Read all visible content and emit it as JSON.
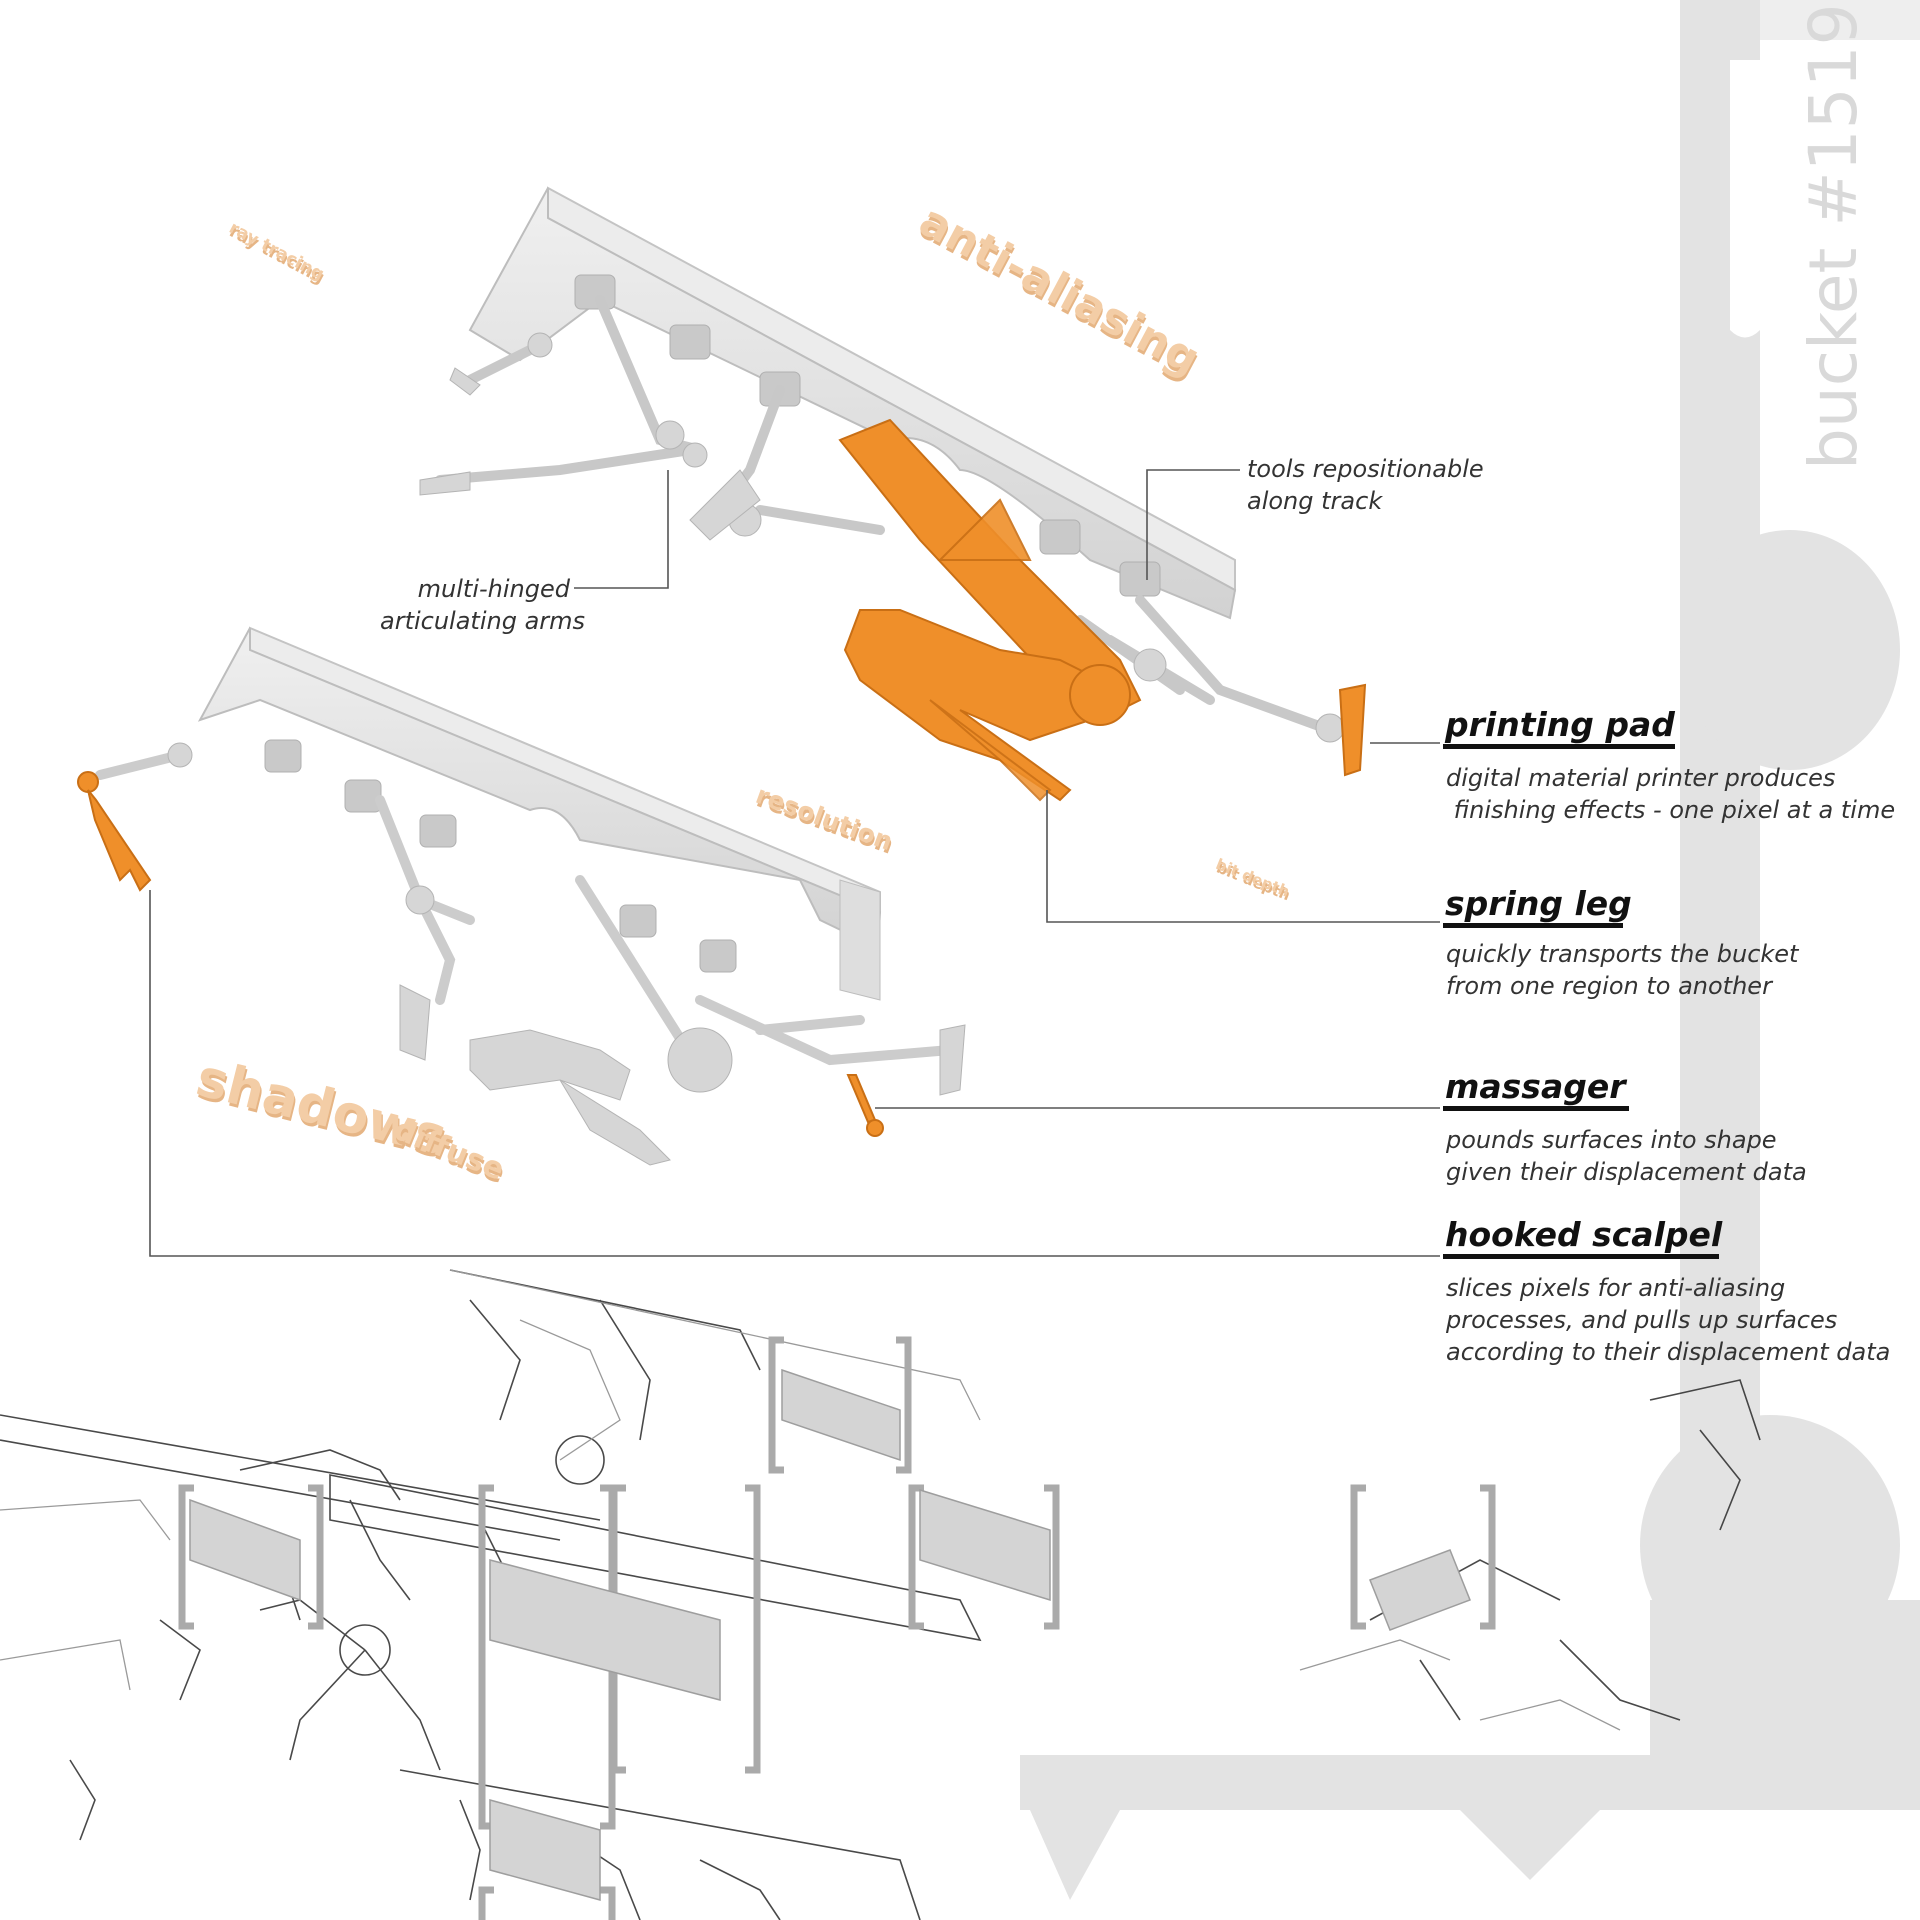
{
  "floating_words": {
    "ray_tracing": "ray tracing",
    "anti_aliasing": "anti-aliasing",
    "resolution": "resolution",
    "bit_depth": "bit depth",
    "shadows": "shadows",
    "diffuse": "diffuse"
  },
  "watermark": "bucket #1519",
  "callouts": {
    "tools": "tools repositionable\nalong track",
    "arms": "multi-hinged\narticulating arms"
  },
  "labels": [
    {
      "title": "printing pad",
      "desc": "digital material printer produces\n finishing effects - one pixel at a time"
    },
    {
      "title": "spring leg",
      "desc": "quickly transports the bucket\nfrom one region to another"
    },
    {
      "title": "massager",
      "desc": "pounds surfaces into shape\ngiven their displacement data"
    },
    {
      "title": "hooked scalpel",
      "desc": "slices pixels for anti-aliasing\nprocesses, and pulls up surfaces\naccording to their displacement data"
    }
  ],
  "colors": {
    "accent_orange": "#ef8f2a",
    "faint_orange_text": "#f3cda6",
    "gray_model": "#d7d7d7",
    "line": "#555555"
  }
}
